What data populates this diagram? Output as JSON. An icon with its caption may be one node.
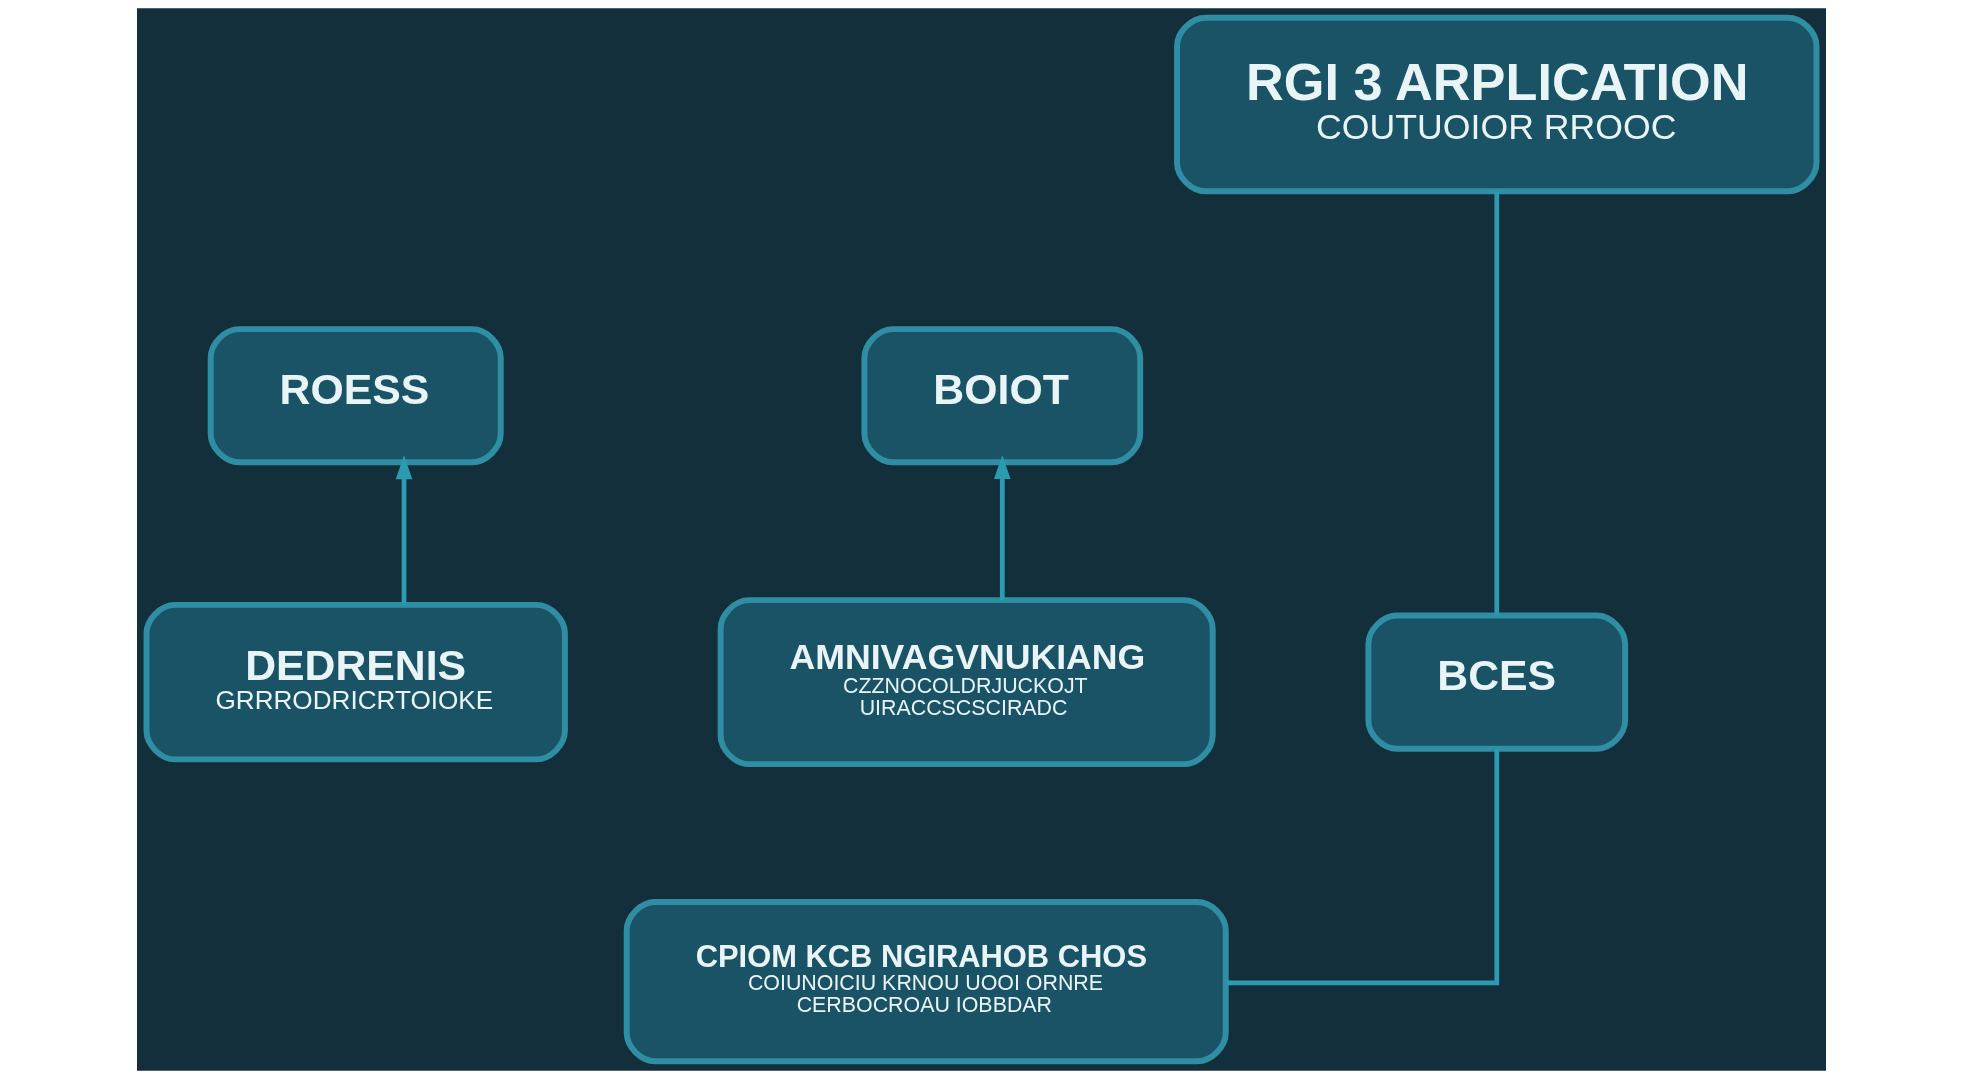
{
  "diagram": {
    "nodes": [
      {
        "text": [
          "RGI 3 ARPLICATION",
          "COUTUOIOR RROOC"
        ]
      },
      {
        "text": [
          "ROESS"
        ]
      },
      {
        "text": [
          "BOIOT"
        ]
      },
      {
        "text": [
          "DEDRENIS",
          "GRRRODRICRTOIOKE"
        ]
      },
      {
        "text": [
          "BCES"
        ]
      },
      {
        "text": [
          "AMNIVAGVNUKIANG",
          "CZZNOCOLDRJUCKOJT",
          "UIRACCSCSCIRADC"
        ]
      },
      {
        "text": [
          "CPIOM KCB NGIRAHOB CHOS",
          "COIUNOICIU KRNOU UOOI ORNRE",
          "CERBOCROAU IOBBDAR"
        ]
      }
    ],
    "edges": [
      {
        "from": 0,
        "to": 4,
        "arrow": "none"
      },
      {
        "from": 3,
        "to": 1,
        "arrow": "to"
      },
      {
        "from": 5,
        "to": 2,
        "arrow": "to"
      },
      {
        "from": 4,
        "to": 6,
        "arrow": "none"
      }
    ]
  }
}
